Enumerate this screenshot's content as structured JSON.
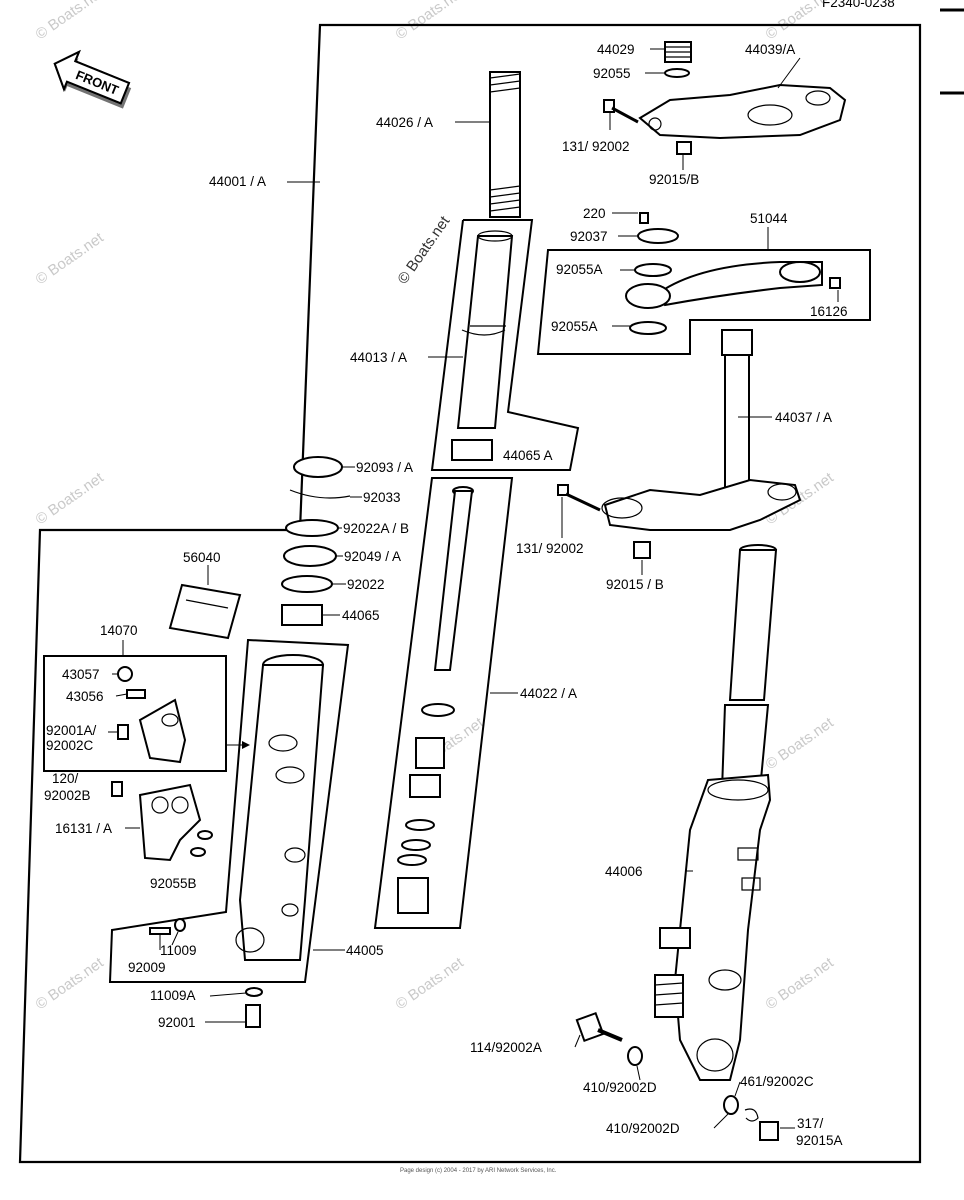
{
  "diagram_code": "F2340-0238",
  "front_arrow_label": "FRONT",
  "labels": {
    "p44029": "44029",
    "p92055": "92055",
    "p44039A": "44039/A",
    "p44026A": "44026 / A",
    "p131_92002_top": "131/ 92002",
    "p92015B_top": "92015/B",
    "p44001A": "44001 / A",
    "p220": "220",
    "p92037": "92037",
    "p51044": "51044",
    "p92055A_1": "92055A",
    "p16126": "16126",
    "p92055A_2": "92055A",
    "p44013A": "44013 / A",
    "p44037A": "44037 / A",
    "p44065A": "44065 A",
    "p92093A": "92093 / A",
    "p92033": "92033",
    "p92022AB": "92022A / B",
    "p92049A": "92049 / A",
    "p92022": "92022",
    "p44065": "44065",
    "p56040": "56040",
    "p14070": "14070",
    "p43057": "43057",
    "p43056": "43056",
    "p92001A": "92001A/",
    "p92002C_a": "92002C",
    "p120": "120/",
    "p92002B": "92002B",
    "p16131A": "16131 / A",
    "p92055B": "92055B",
    "p131_92002_mid": "131/ 92002",
    "p92015B_mid": "92015 / B",
    "p44022A": "44022 / A",
    "p44006": "44006",
    "p11009": "11009",
    "p92009": "92009",
    "p44005": "44005",
    "p11009A": "11009A",
    "p92001": "92001",
    "p114_92002A": "114/92002A",
    "p410_92002D_1": "410/92002D",
    "p461_92002C": "461/92002C",
    "p410_92002D_2": "410/92002D",
    "p317": "317/",
    "p92015A": "92015A"
  },
  "watermark": "© Boats.net",
  "footer": "Page design (c) 2004 - 2017 by ARI Network Services, Inc."
}
